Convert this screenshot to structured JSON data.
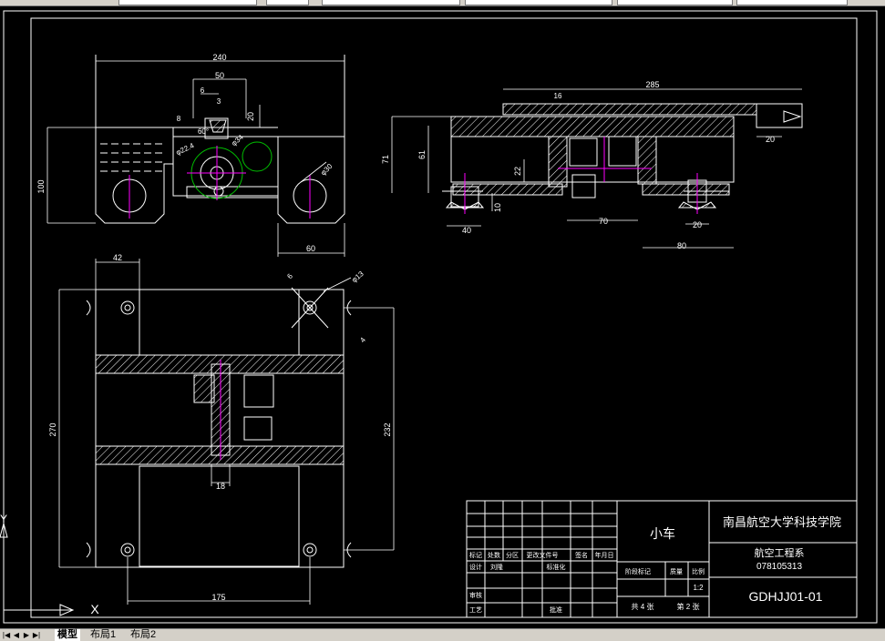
{
  "colors": {
    "background": "#000000",
    "lines": "#ffffff",
    "hatch": "#ffffff",
    "centerline": "#ff00ff",
    "circles": "#00c000",
    "dims": "#ffffff"
  },
  "tabs": [
    {
      "label": "模型",
      "active": true
    },
    {
      "label": "布局1",
      "active": false
    },
    {
      "label": "布局2",
      "active": false
    }
  ],
  "nav_icons": [
    "first-tab-icon",
    "prev-tab-icon",
    "next-tab-icon",
    "last-tab-icon"
  ],
  "ucs": {
    "x_label": "X",
    "y_label": "Y"
  },
  "dimensions": {
    "top_width": "240",
    "d50": "50",
    "d6": "6",
    "d8": "8",
    "d20a": "20",
    "d3": "3",
    "d60deg": "60°",
    "d100": "100",
    "phi22": "φ22.4",
    "phi34": "φ34",
    "phi30": "φ30",
    "d60": "60",
    "d285": "285",
    "d16": "16",
    "d20b": "20",
    "d71": "71",
    "d61": "61",
    "d22": "22",
    "d10": "10",
    "d40": "40",
    "d70": "70",
    "d20c": "20",
    "d80": "80",
    "d42": "42",
    "d6b": "6",
    "phi13": "φ13",
    "d4": "4",
    "d270": "270",
    "d232": "232",
    "d18": "18",
    "d175": "175"
  },
  "title_block": {
    "part_name": "小车",
    "school": "南昌航空大学科技学院",
    "department": "航空工程系",
    "student_id": "078105313",
    "drawing_no": "GDHJJ01-01",
    "scale_label": "比例",
    "scale": "1:2",
    "stage_label": "阶段标记",
    "weight_label": "质量",
    "total_sheets": "共 4 张",
    "sheet_no": "第 2 张",
    "rev_headers": [
      "标记",
      "处数",
      "分区",
      "更改文件号",
      "签名",
      "年月日"
    ],
    "design_label": "设计",
    "designer": "刘隆",
    "standard_label": "标准化",
    "review_label": "审核",
    "process_label": "工艺",
    "approve_label": "批准"
  }
}
